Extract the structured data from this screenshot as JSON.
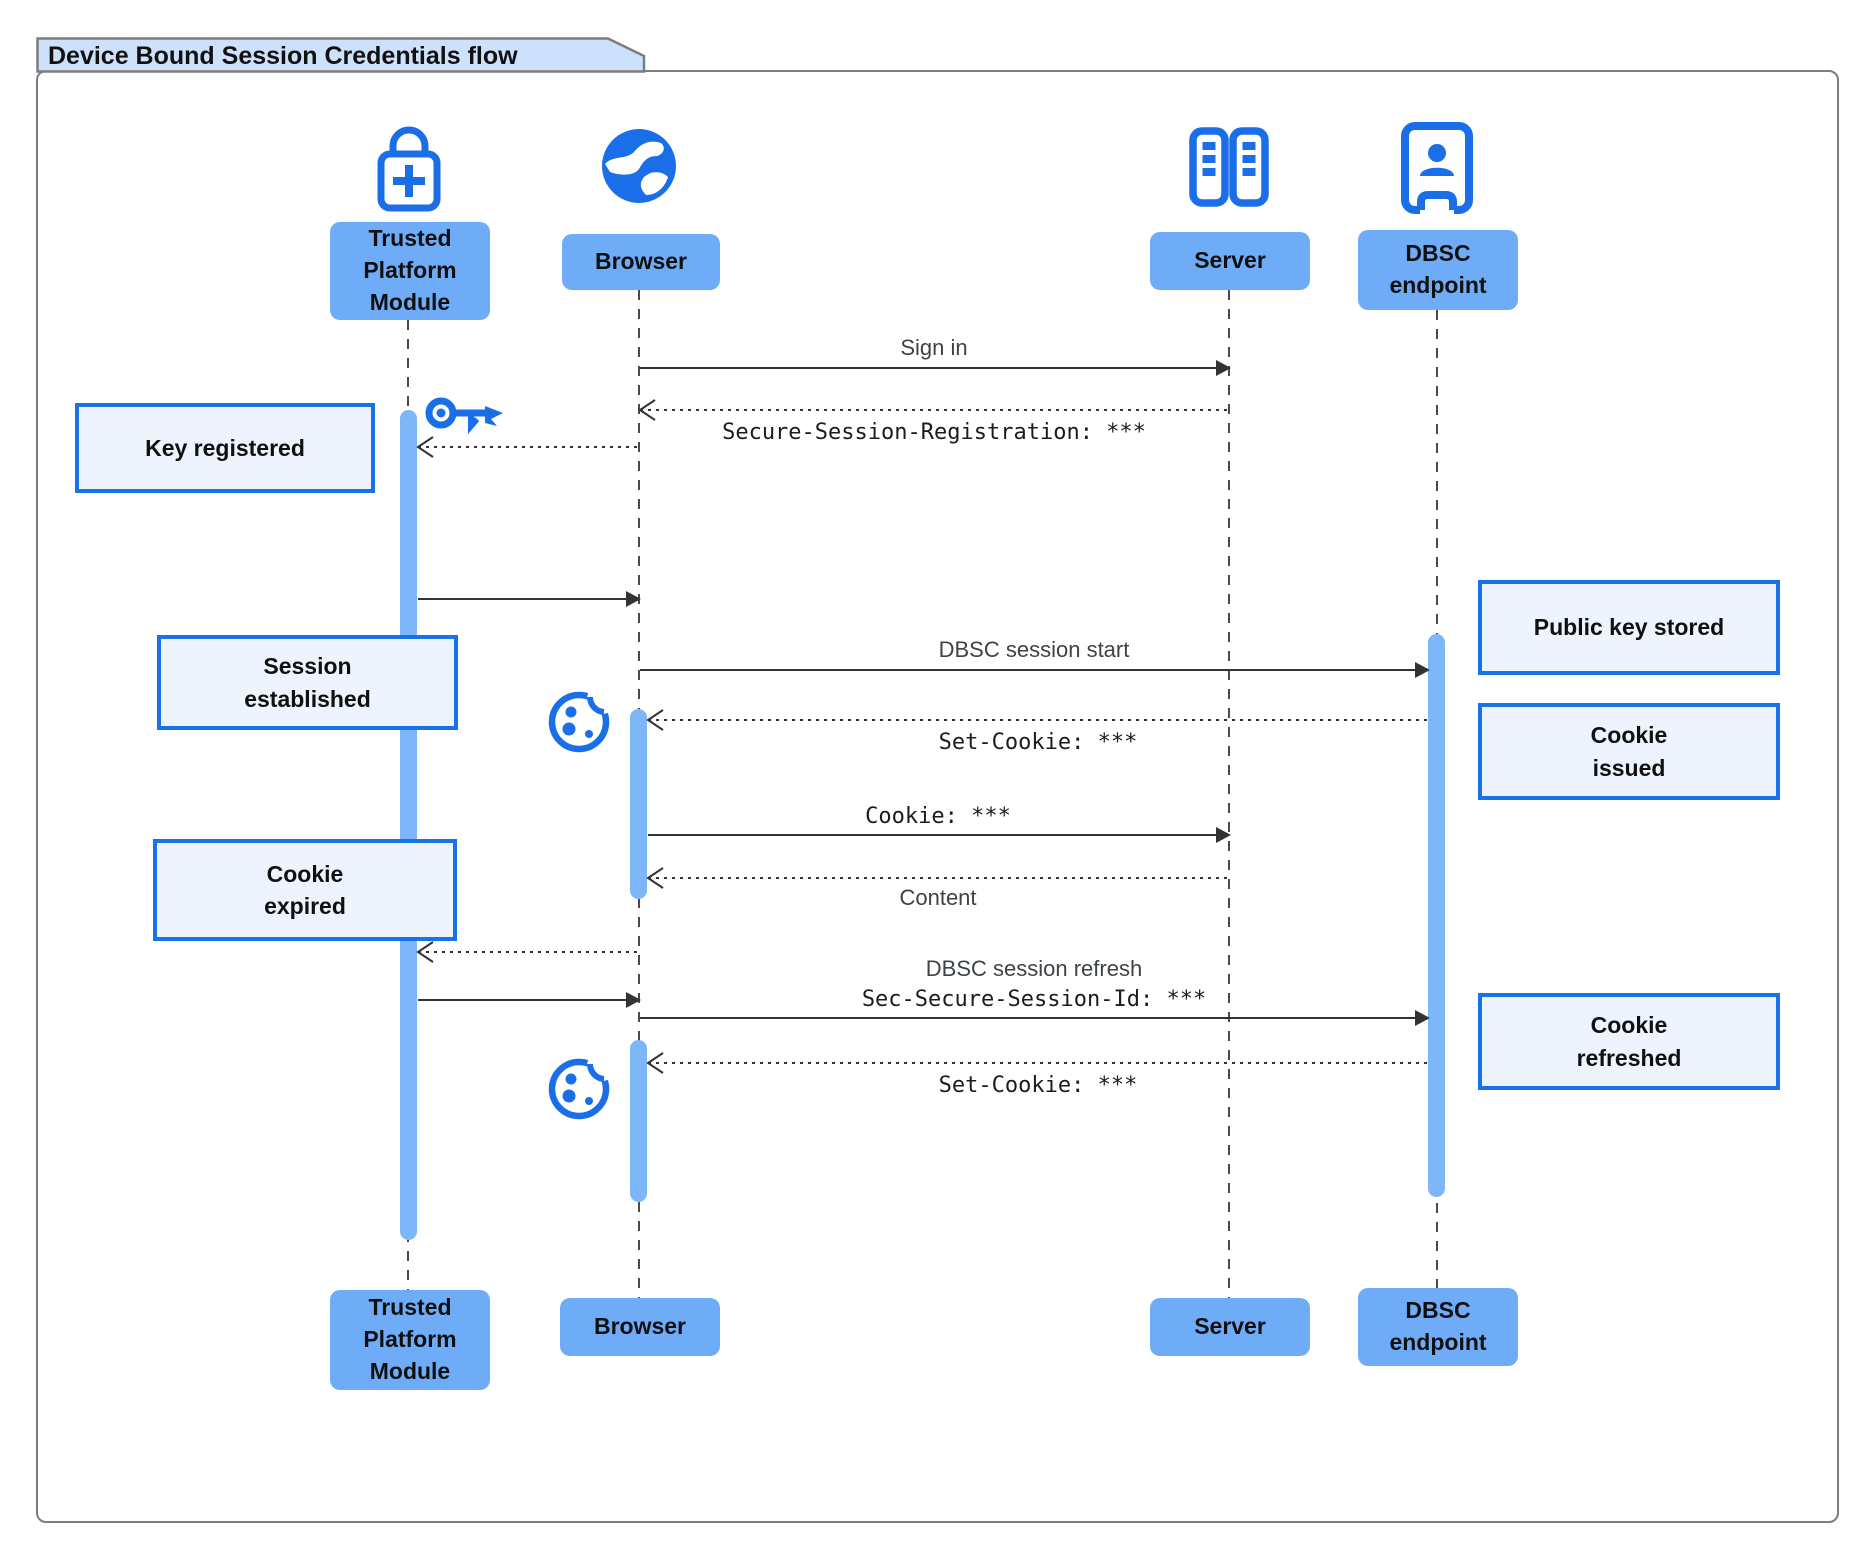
{
  "title": "Device Bound Session Credentials flow",
  "participants": {
    "tpm": {
      "label": "Trusted\nPlatform\nModule",
      "icon": "lock-plus-icon"
    },
    "browser": {
      "label": "Browser",
      "icon": "globe-icon"
    },
    "server": {
      "label": "Server",
      "icon": "server-racks-icon"
    },
    "dbsc": {
      "label": "DBSC\nendpoint",
      "icon": "person-door-icon"
    }
  },
  "messages": {
    "sign_in": {
      "label": "Sign in",
      "type": "solid",
      "from": "Browser",
      "to": "Server"
    },
    "session_registration": {
      "code": "Secure-Session-Registration: ***",
      "type": "dashed",
      "from": "Server",
      "to": "Browser"
    },
    "key_request": {
      "type": "dashed",
      "from": "Browser",
      "to": "Trusted Platform Module"
    },
    "key_response": {
      "type": "solid",
      "from": "Trusted Platform Module",
      "to": "Browser"
    },
    "dbsc_session_start": {
      "label": "DBSC session start",
      "type": "solid",
      "from": "Browser",
      "to": "DBSC endpoint"
    },
    "set_cookie_1": {
      "code": "Set-Cookie: ***",
      "type": "dashed",
      "from": "DBSC endpoint",
      "to": "Browser"
    },
    "cookie": {
      "code": "Cookie: ***",
      "type": "solid",
      "from": "Browser",
      "to": "Server"
    },
    "content": {
      "label": "Content",
      "type": "dashed",
      "from": "Server",
      "to": "Browser"
    },
    "refresh_key_request": {
      "type": "dashed",
      "from": "Browser",
      "to": "Trusted Platform Module"
    },
    "refresh_key_response": {
      "type": "solid",
      "from": "Trusted Platform Module",
      "to": "Browser"
    },
    "dbsc_session_refresh": {
      "label": "DBSC session refresh",
      "code": "Sec-Secure-Session-Id: ***",
      "type": "solid",
      "from": "Browser",
      "to": "DBSC endpoint"
    },
    "set_cookie_2": {
      "code": "Set-Cookie: ***",
      "type": "dashed",
      "from": "DBSC endpoint",
      "to": "Browser"
    }
  },
  "notes": {
    "key_registered": "Key registered",
    "session_established": "Session\nestablished",
    "cookie_expired": "Cookie\nexpired",
    "public_key_stored": "Public key stored",
    "cookie_issued": "Cookie\nissued",
    "cookie_refreshed": "Cookie\nrefreshed"
  },
  "icons": [
    "lock-plus-icon",
    "globe-icon",
    "server-racks-icon",
    "person-door-icon",
    "key-icon",
    "cookie-icon"
  ],
  "colors": {
    "participant_fill": "#6FACF8",
    "activation_fill": "#7EB6FA",
    "icon_blue": "#1A6FE8",
    "note_fill": "#EDF4FE",
    "note_border": "#1973E8",
    "title_fill": "#CEE1FC",
    "frame_border": "#7D7D7D",
    "arrow_color": "#333333"
  }
}
